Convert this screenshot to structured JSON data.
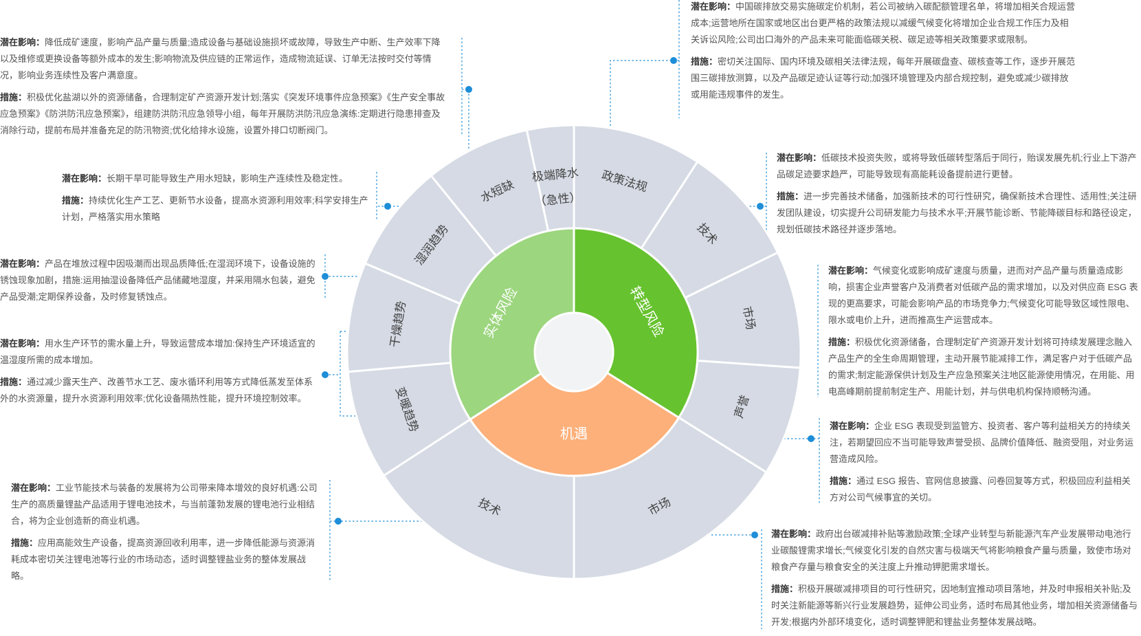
{
  "colors": {
    "physical": "#9cd67e",
    "transition": "#66c22e",
    "opportunity": "#fdb07a",
    "outer_ring": "#d5dae4",
    "connector": "#1e8ed8"
  },
  "center": {
    "physical_label": "实体风险",
    "transition_label": "转型风险",
    "opportunity_label": "机遇"
  },
  "segments": [
    {
      "id": "policy",
      "label": "政策法规"
    },
    {
      "id": "tech-t",
      "label": "技术"
    },
    {
      "id": "market-t",
      "label": "市场"
    },
    {
      "id": "reputation",
      "label": "声誉"
    },
    {
      "id": "market-o",
      "label": "市场"
    },
    {
      "id": "tech-o",
      "label": "技术"
    },
    {
      "id": "warming",
      "label": "变暖趋势"
    },
    {
      "id": "drying",
      "label": "干燥趋势"
    },
    {
      "id": "humid",
      "label": "湿润趋势"
    },
    {
      "id": "water-shortage",
      "label": "水短缺"
    },
    {
      "id": "extreme-rain",
      "label": "极端降水",
      "sub": "（急性）"
    }
  ],
  "texts": {
    "impact_label": "潜在影响：",
    "measure_label": "措施：",
    "extreme_rain": {
      "impact": "降低成矿速度，影响产品产量与质量;造成设备与基础设施损坏或故障，导致生产中断、生产效率下降以及维修或更换设备等额外成本的发生;影响物流及供应链的正常运作，造成物流延误、订单无法按时交付等情况，影响业务连续性及客户满意度。",
      "measure": "积极优化盐湖以外的资源储备，合理制定矿产资源开发计划;落实《突发环境事件应急预案》《生产安全事故应急预案》《防洪防汛应急预案》，组建防洪防汛应急领导小组，每年开展防洪防汛应急演练:定期进行隐患排查及消除行动，提前布局并准备充足的防汛物资;优化给排水设施，设置外排口切断阀门。"
    },
    "water": {
      "impact": "长期干旱可能导致生产用水短缺，影响生产连续性及稳定性。",
      "measure": "持续优化生产工艺、更新节水设备，提高水资源利用效率;科学安排生产计划，严格落实用水策略"
    },
    "humid": {
      "impact": "产品在堆放过程中因吸潮而出现品质降低;在湿润环境下，设备设施的锈蚀现象加剧，措施:运用抽湿设备降低产品储藏地湿度，并采用隔水包装，避免产品受潮;定期保养设备，及时修复锈蚀点。"
    },
    "drying": {
      "impact": "用水生产环节的需水量上升，导致运营成本增加:保持生产环境适宜的温湿度所需的成本增加。",
      "measure": "通过减少露天生产、改善节水工艺、废水循环利用等方式降低蒸发至体系外的水资源量，提升水资源利用效率;优化设备隔热性能，提升环境控制效率。"
    },
    "tech_o": {
      "impact": "工业节能技术与装备的发展将为公司带来降本增效的良好机遇:公司生产的高质量锂盐产品适用于锂电池技术，与当前蓬勃发展的锂电池行业相结合，将为企业创造新的商业机遇。",
      "measure": "应用高能效生产设备，提高资源回收利用率，进一步降低能源与资源消耗成本密切关注锂电池等行业的市场动态，适时调整锂盐业务的整体发展战略。"
    },
    "policy": {
      "impact": "中国碳排放交易实施碳定价机制，若公司被纳入碳配额管理名单，将增加相关合规运营成本;运营地所在国家或地区出台更严格的政策法规以减缓气候变化将增加企业合规工作压力及相关诉讼风险;公司出口海外的产品未来可能面临碳关税、碳足迹等相关政策要求或限制。",
      "measure": "密切关注国际、国内环境及碳相关法律法规，每年开展碳盘查、碳核查等工作，逐步开展范围三碳排放测算，以及产品碳足迹认证等行动;加强环境管理及内部合规控制，避免或减少碳排放或用能违规事件的发生。"
    },
    "tech_t": {
      "impact": "低碳技术投资失败，或将导致低碳转型落后于同行，贻误发展先机;行业上下游产品碳足迹要求趋严，可能导致现有高能耗设备提前进行更替。",
      "measure": "进一步完善技术储备，加强新技术的可行性研究，确保新技术合理性、适用性;关注研发团队建设，切实提升公司研发能力与技术水平;开展节能诊断、节能降碳目标和路径设定，规划低碳技术路径并逐步落地。"
    },
    "market_t": {
      "impact": "气候变化或影响成矿速度与质量，进而对产品产量与质量造成影响，损害企业声誉客户及消费者对低碳产品的需求增加，以及对供应商 ESG 表现的更高要求，可能会影响产品的市场竞争力;气候变化可能导致区域性限电、限水或电价上升，进而推高生产运营成本。",
      "measure": "积极优化资源储备，合理制定矿产资源开发计划将可持续发展理念融入产品生产的全生命周期管理，主动开展节能减排工作，满足客户对于低碳产品的需求;制定能源保供计划及生产应急预案关注地区能源使用情况，在用能、用电高峰期前提前制定生产、用能计划，并与供电机构保持顺畅沟通。"
    },
    "reputation": {
      "impact": "企业 ESG 表现受到监管方、投资者、客户等利益相关方的持续关注，若期望回应不当可能导致声誉受损、品牌价值降低、融资受阻，对业务运营造成风险。",
      "measure": "通过 ESG 报告、官网信息披露、问卷回复等方式，积极回应利益相关方对公司气候事宜的关切。"
    },
    "market_o": {
      "impact": "政府出台碳减排补贴等激励政策;全球产业转型与新能源汽车产业发展带动电池行业碳酸锂需求增长;气候变化引发的自然灾害与极端天气将影响粮食产量与质量，致使市场对粮食产存量与粮食安全的关注度上升推动钾肥需求增长。",
      "measure": "积极开展碳减排项目的可行性研究，因地制宜推动项目落地，并及时申报相关补贴;及时关注新能源等新兴行业发展趋势，延伸公司业务，适时布局其他业务，增加相关资源储备与开发;根据内外部环境变化，适时调整钾肥和锂盐业务整体发展战略。"
    }
  }
}
